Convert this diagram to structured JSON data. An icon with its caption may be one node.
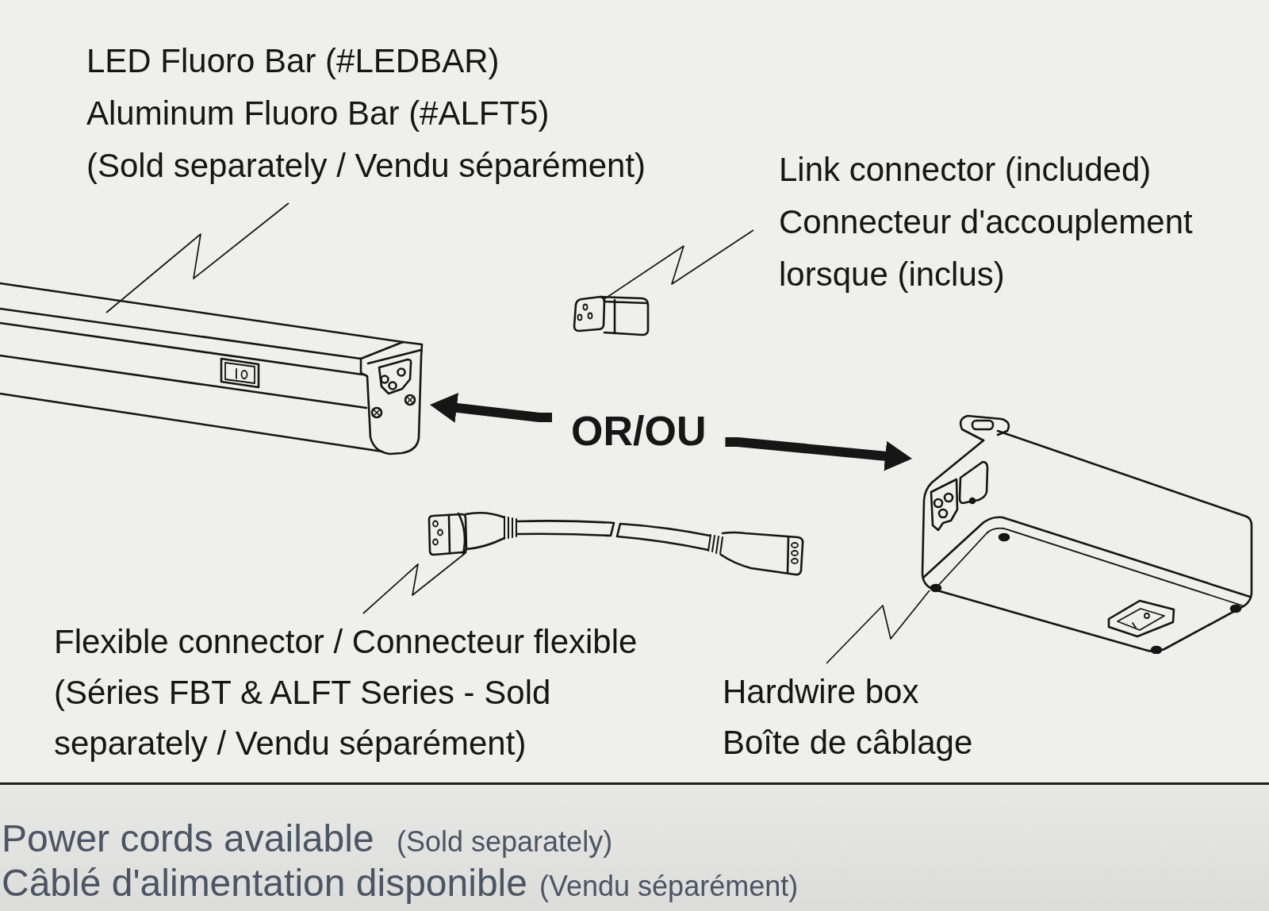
{
  "diagram": {
    "nodes": [
      {
        "text": [
          "LED Fluoro Bar (#LEDBAR)",
          "Aluminum Fluoro Bar (#ALFT5)",
          "(Sold separately / Vendu séparément)"
        ]
      },
      {
        "text": [],
        "shape": "picture"
      },
      {
        "text": [
          "Link connector (included)",
          "Connecteur d'accouplement lorsque (inclus)"
        ]
      },
      {
        "text": [],
        "shape": "picture"
      },
      {
        "text": [
          "OR/OU"
        ]
      },
      {
        "text": [],
        "shape": "picture"
      },
      {
        "text": [
          "Flexible connector / Connecteur flexible",
          "(Séries FBT & ALFT Series - Sold separately / Vendu séparément)"
        ]
      },
      {
        "text": [],
        "shape": "picture"
      },
      {
        "text": [
          "Hardwire box",
          "Boîte de câblage"
        ]
      }
    ],
    "edges": [
      {
        "from": 0,
        "to": 1,
        "arrow": "none"
      },
      {
        "from": 2,
        "to": 3,
        "arrow": "none"
      },
      {
        "from": 4,
        "to": 1,
        "arrow": "to",
        "style": "thick"
      },
      {
        "from": 4,
        "to": 7,
        "arrow": "to",
        "style": "thick"
      },
      {
        "from": 6,
        "to": 5,
        "arrow": "none"
      },
      {
        "from": 8,
        "to": 7,
        "arrow": "none"
      }
    ],
    "labels": [
      "Power cords available",
      "(Sold separately)",
      "Câblé d'alimentation disponible",
      "(Vendu séparément)"
    ]
  }
}
